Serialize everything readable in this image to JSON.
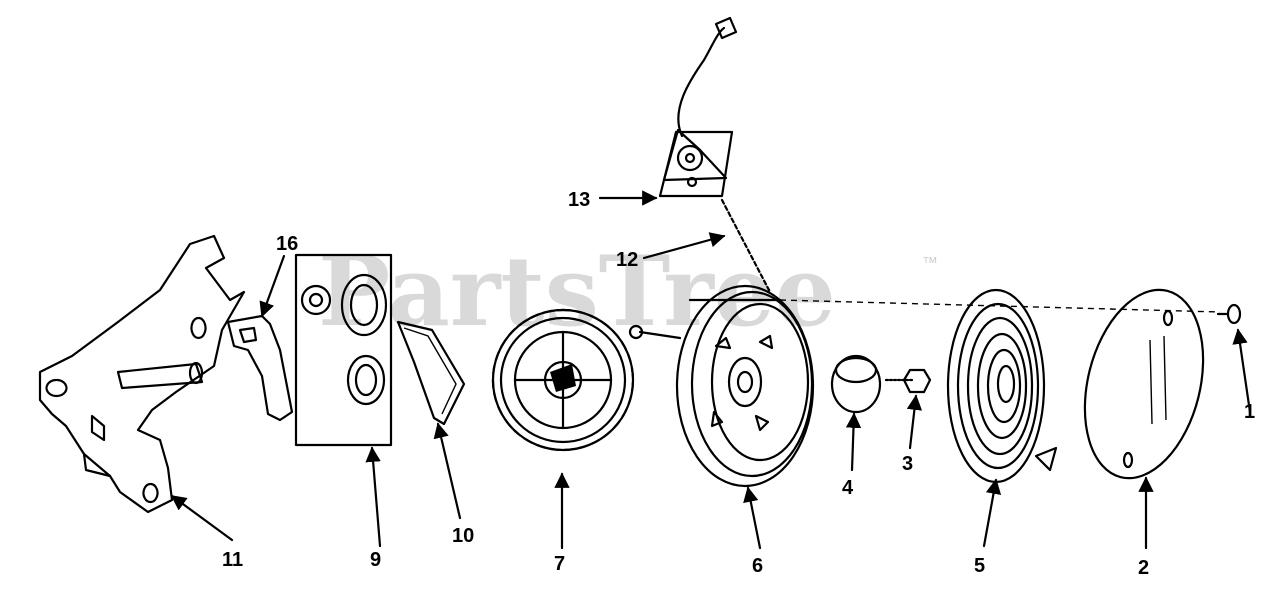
{
  "watermark": {
    "text": "PartsTree",
    "trademark": "™"
  },
  "callouts": [
    {
      "id": "callout-1",
      "label": "1"
    },
    {
      "id": "callout-2",
      "label": "2"
    },
    {
      "id": "callout-3",
      "label": "3"
    },
    {
      "id": "callout-4",
      "label": "4"
    },
    {
      "id": "callout-5",
      "label": "5"
    },
    {
      "id": "callout-6",
      "label": "6"
    },
    {
      "id": "callout-7",
      "label": "7"
    },
    {
      "id": "callout-9",
      "label": "9"
    },
    {
      "id": "callout-10",
      "label": "10"
    },
    {
      "id": "callout-11",
      "label": "11"
    },
    {
      "id": "callout-12",
      "label": "12"
    },
    {
      "id": "callout-13",
      "label": "13"
    },
    {
      "id": "callout-16",
      "label": "16"
    }
  ]
}
